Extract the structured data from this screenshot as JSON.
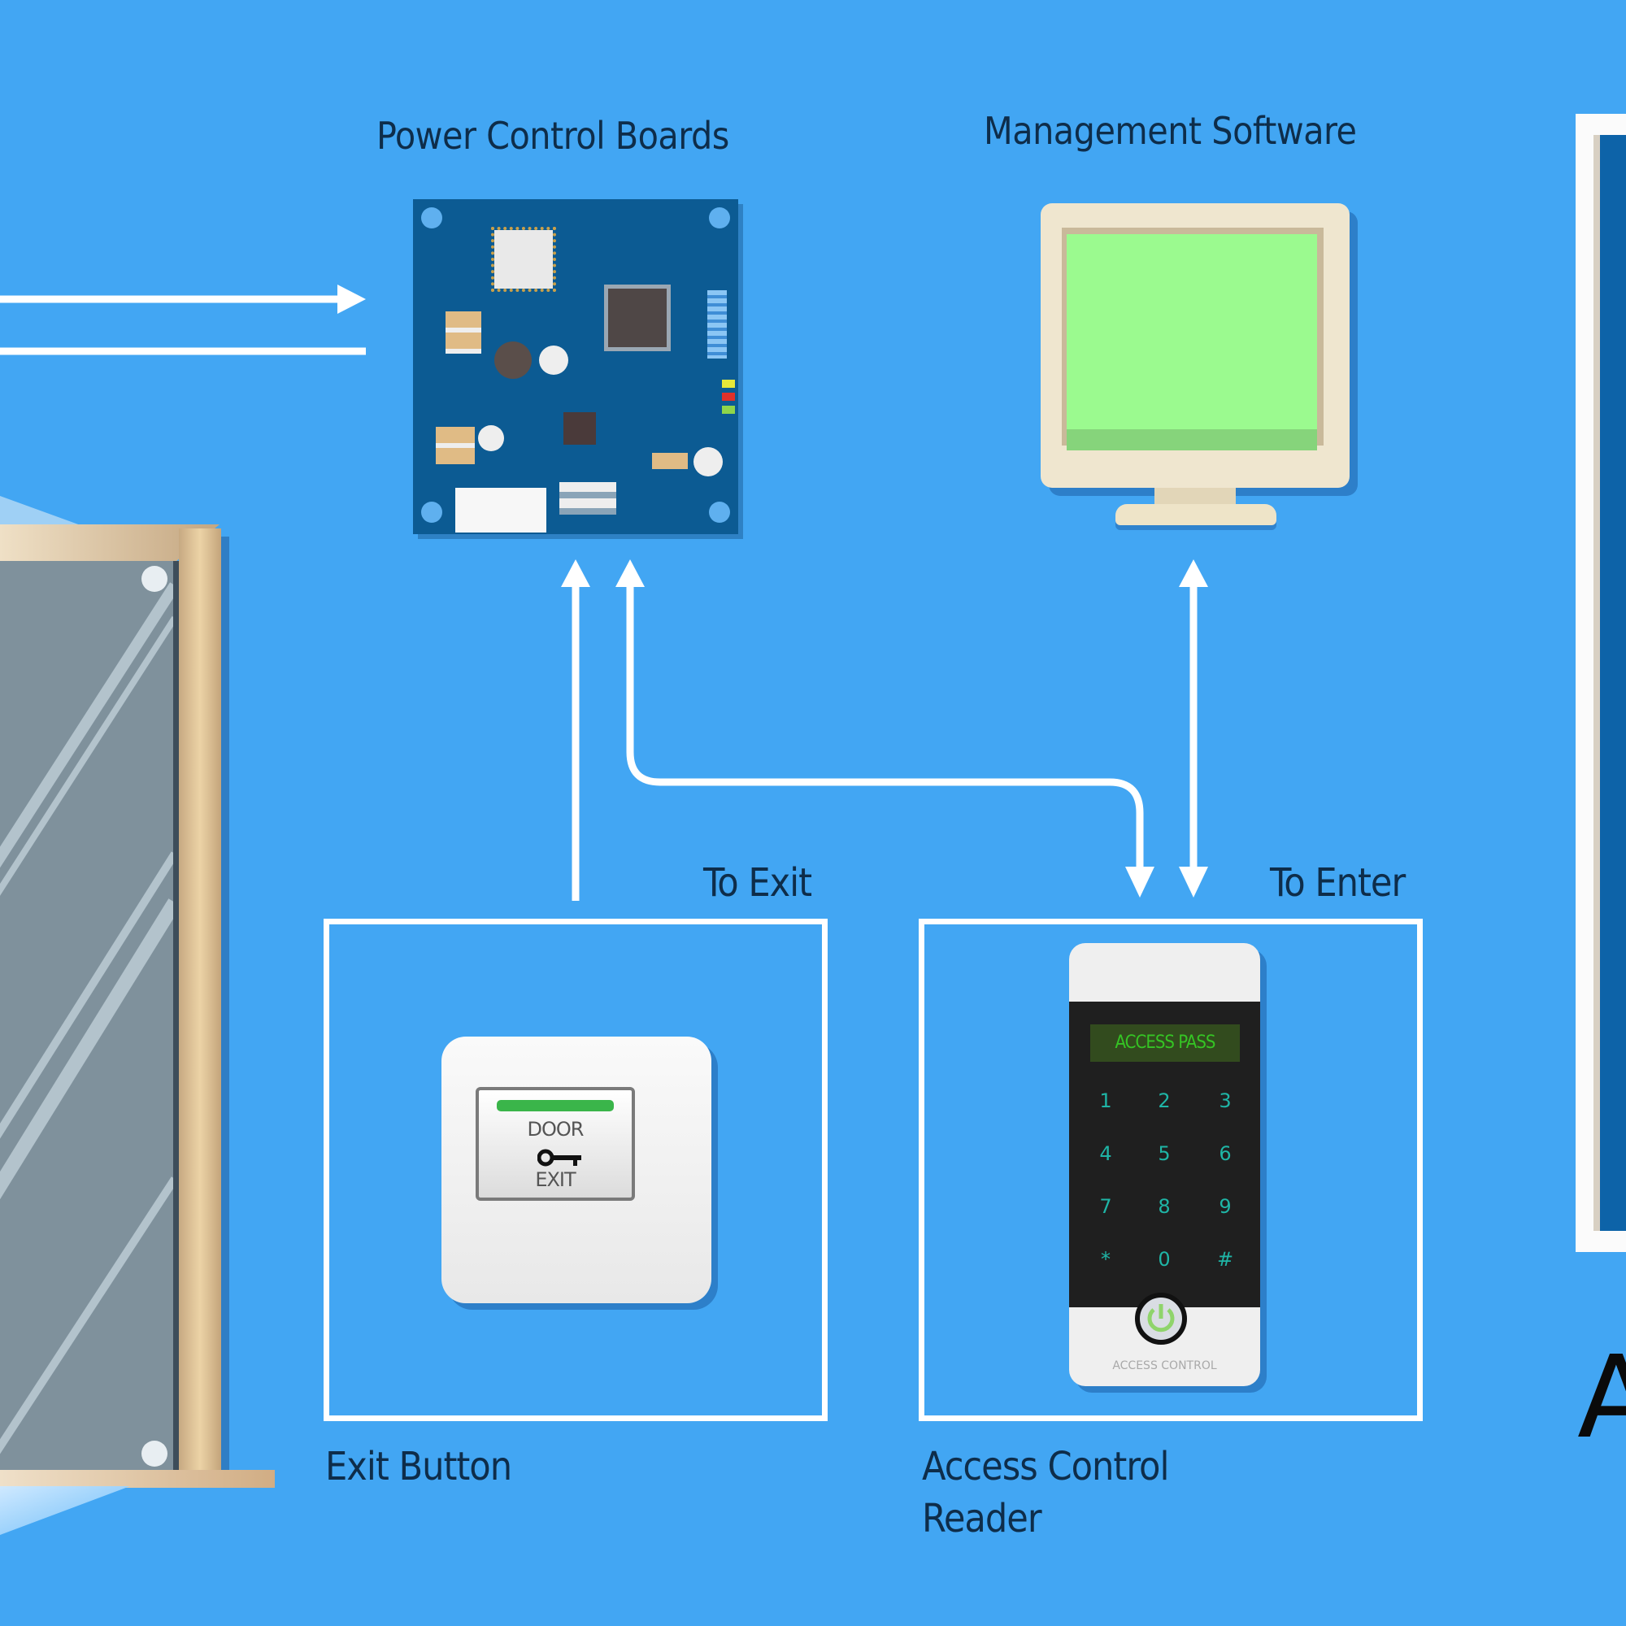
{
  "diagram": {
    "title_partial_letter": "A",
    "colors": {
      "background": "#42A6F3",
      "connector": "#FFFFFF",
      "label_text": "#0E2D4A",
      "board": "#0C5B93",
      "monitor_screen": "#9BFA8F",
      "reader_display_text": "#35C424",
      "keypad_digits": "#1FB5A6",
      "exit_led": "#3AB54A",
      "right_panel": "#0D63A8"
    },
    "nodes": {
      "power_control_boards": {
        "label": "Power Control Boards"
      },
      "management_software": {
        "label": "Management Software"
      },
      "exit_button": {
        "label": "Exit Button",
        "direction_label": "To Exit",
        "device": {
          "top_text": "DOOR",
          "bottom_text": "EXIT",
          "icon": "key-icon"
        }
      },
      "access_control_reader": {
        "label_line1": "Access Control",
        "label_line2": "Reader",
        "direction_label": "To Enter",
        "device": {
          "display_text": "ACCESS PASS",
          "keys": [
            "1",
            "2",
            "3",
            "4",
            "5",
            "6",
            "7",
            "8",
            "9",
            "*",
            "0",
            "#"
          ],
          "power_icon": "power-icon",
          "footer_text": "ACCESS CONTROL"
        }
      },
      "door": {
        "icon": "glass-door"
      }
    },
    "edges": [
      {
        "from": "door",
        "to": "power_control_boards",
        "style": "arrow",
        "direction": "forward"
      },
      {
        "from": "power_control_boards",
        "to": "door",
        "style": "line",
        "direction": "none"
      },
      {
        "from": "exit_button",
        "to": "power_control_boards",
        "style": "arrow",
        "direction": "forward"
      },
      {
        "from": "power_control_boards",
        "to": "access_control_reader",
        "style": "arrow",
        "direction": "both"
      },
      {
        "from": "management_software",
        "to": "access_control_reader",
        "style": "arrow",
        "direction": "both"
      }
    ]
  }
}
